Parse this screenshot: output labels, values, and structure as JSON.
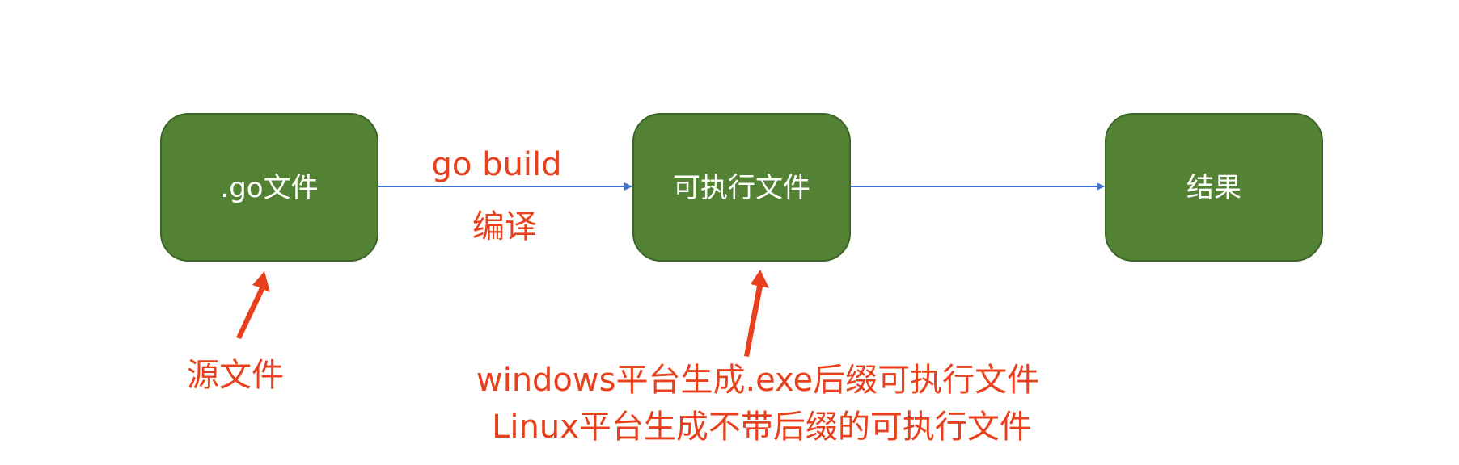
{
  "colors": {
    "node_fill": "#548235",
    "node_stroke": "#3f6427",
    "connector": "#4472c4",
    "annotation": "#e8401c",
    "node_text": "#ffffff"
  },
  "nodes": {
    "source": {
      "label": ".go文件"
    },
    "executable": {
      "label": "可执行文件"
    },
    "result": {
      "label": "结果"
    }
  },
  "edges": {
    "build": {
      "label_top": "go build",
      "label_bottom": "编译"
    }
  },
  "annotations": {
    "source_note": "源文件",
    "platform_windows": "windows平台生成.exe后缀可执行文件",
    "platform_linux": "Linux平台生成不带后缀的可执行文件"
  }
}
